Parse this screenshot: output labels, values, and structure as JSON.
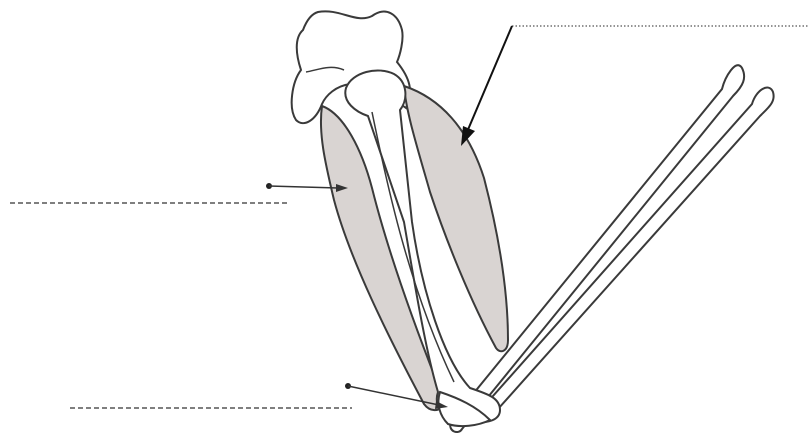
{
  "diagram": {
    "subject": "arm-skeleton-and-muscles",
    "colors": {
      "outline": "#3a3a3a",
      "bone_fill": "#ffffff",
      "muscle_fill": "#d9d4d2",
      "label_line": "#555555",
      "arrow": "#111111"
    },
    "labels": [
      {
        "id": "top-right",
        "text": ""
      },
      {
        "id": "middle-left",
        "text": ""
      },
      {
        "id": "bottom-left",
        "text": ""
      }
    ]
  }
}
